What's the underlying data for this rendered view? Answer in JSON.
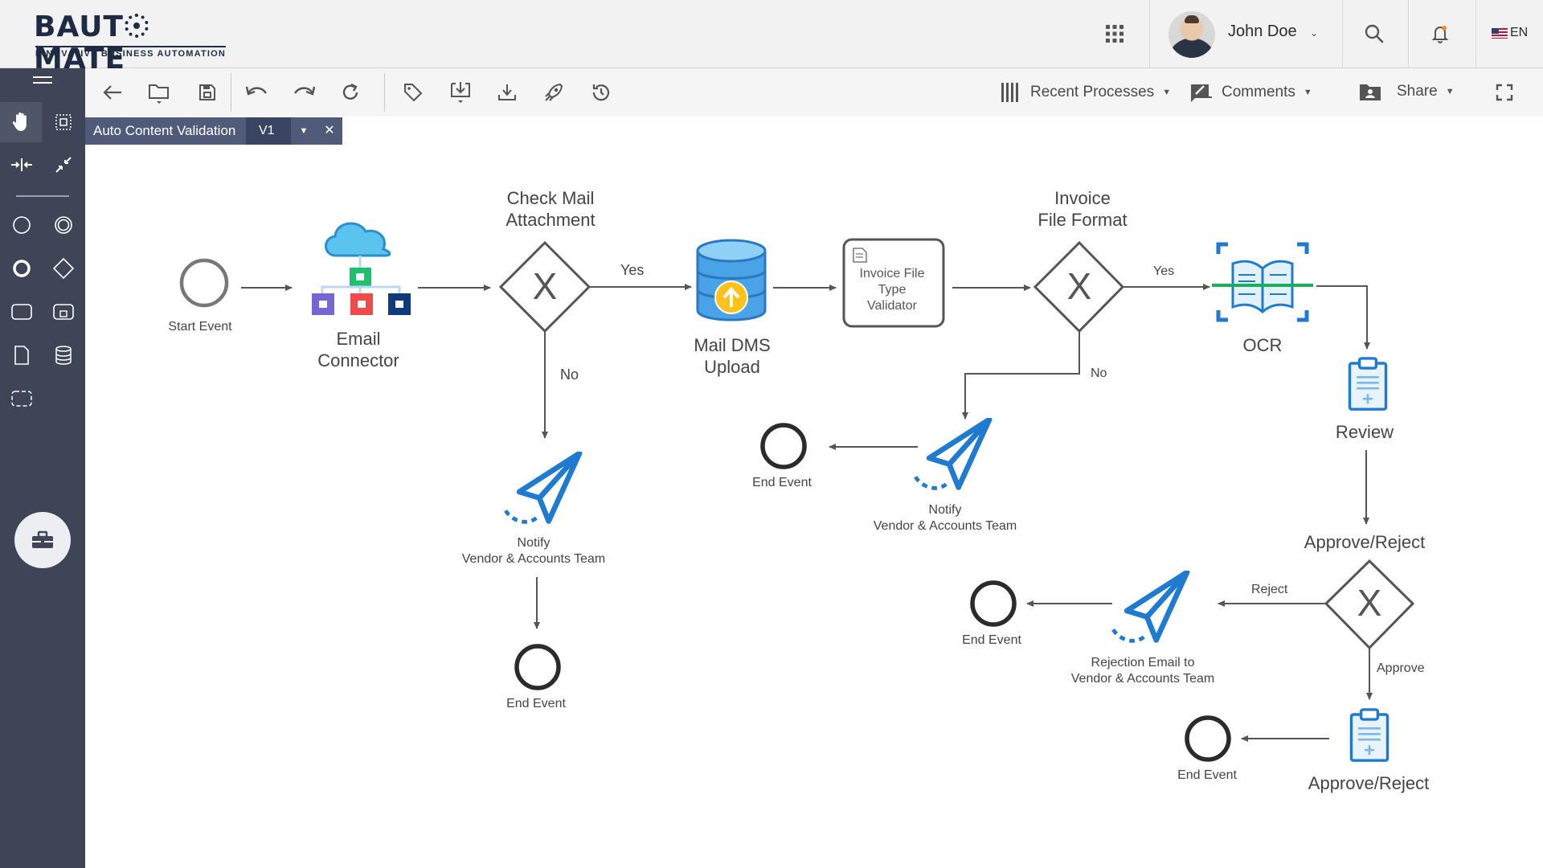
{
  "header": {
    "logo_main": "BAUT",
    "logo_main_2": "MATE",
    "logo_sub": "INNOVATIVE BUSINESS AUTOMATION",
    "user_name": "John Doe",
    "language": "EN"
  },
  "toolbar": {
    "recent_processes": "Recent Processes",
    "comments": "Comments",
    "share": "Share"
  },
  "tab": {
    "title": "Auto Content Validation",
    "version": "V1"
  },
  "diagram": {
    "start_event": "Start Event",
    "email_connector": [
      "Email",
      "Connector"
    ],
    "check_mail": [
      "Check Mail",
      "Attachment"
    ],
    "mail_dms": [
      "Mail DMS",
      "Upload"
    ],
    "validator": [
      "Invoice File",
      "Type",
      "Validator"
    ],
    "invoice_format": [
      "Invoice",
      "File Format"
    ],
    "ocr": "OCR",
    "review": "Review",
    "approve_reject_gateway": "Approve/Reject",
    "approve_reject_task": "Approve/Reject",
    "notify_1": [
      "Notify",
      "Vendor & Accounts Team"
    ],
    "notify_2": [
      "Notify",
      "Vendor & Accounts Team"
    ],
    "rejection_email": [
      "Rejection Email to",
      "Vendor & Accounts Team"
    ],
    "end_event": "End Event",
    "edge_yes": "Yes",
    "edge_no": "No",
    "edge_reject": "Reject",
    "edge_approve": "Approve"
  },
  "colors": {
    "sidebar": "#3f4556",
    "tab": "#4f5b78",
    "blue": "#1f7bd0",
    "gray": "#5a5a5a"
  }
}
